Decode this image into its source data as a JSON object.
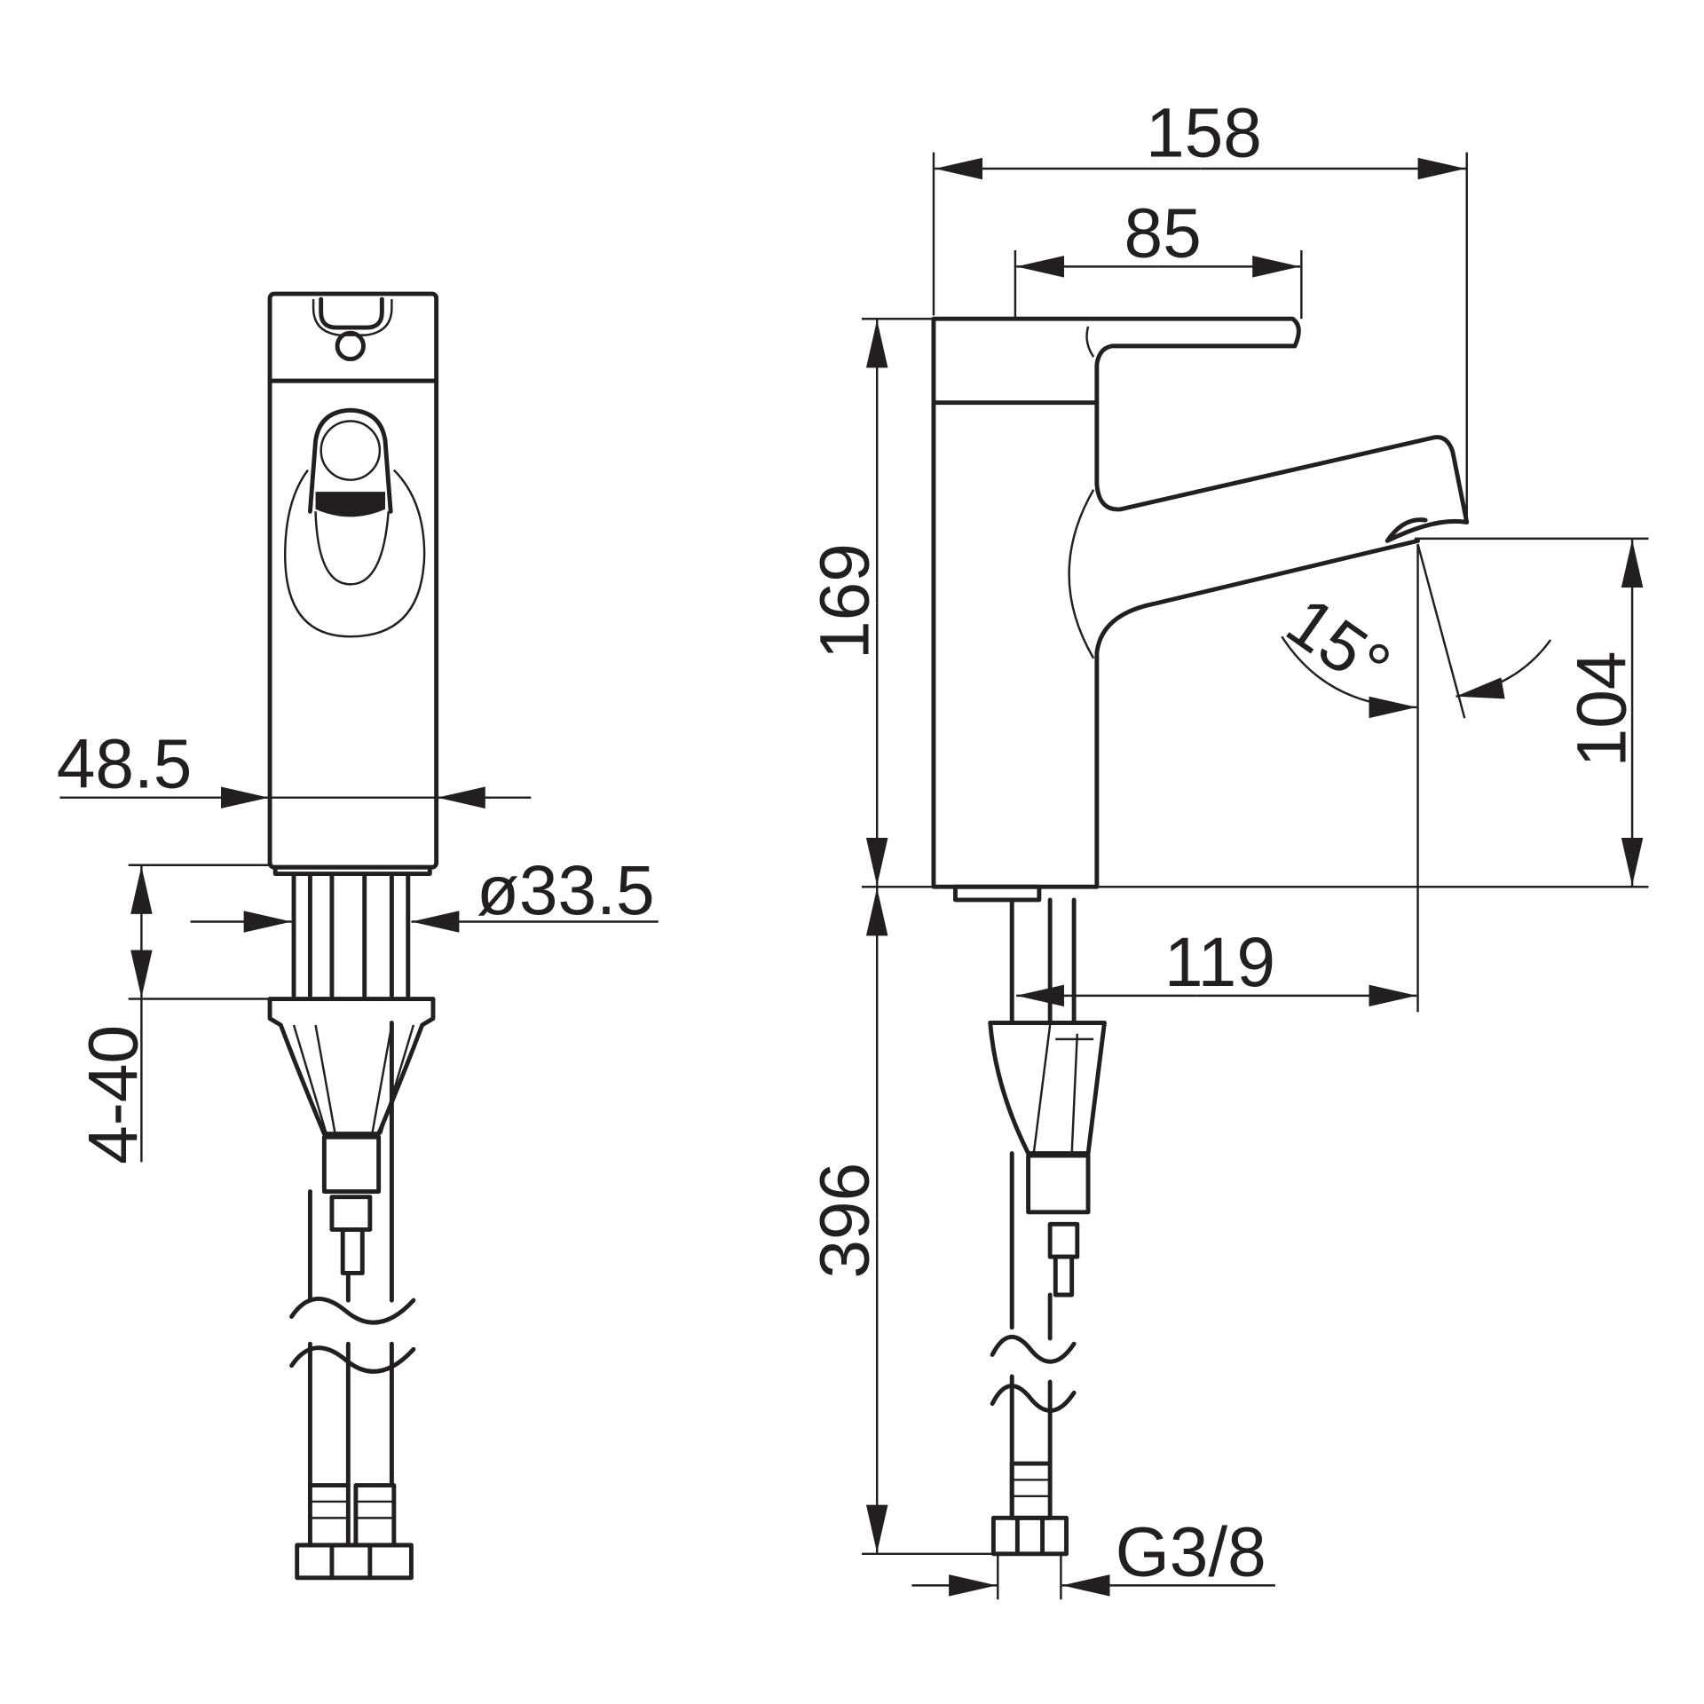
{
  "drawing": {
    "title": "Basin mixer dimension drawing",
    "line_color": "#231f20",
    "side_view": {
      "overall_length": "158",
      "lever_length": "85",
      "height": "169",
      "spout_height": "104",
      "spout_angle": "15°",
      "spout_reach": "119",
      "hose_length": "396",
      "connection_thread": "G3/8"
    },
    "front_view": {
      "body_width": "48.5",
      "hole_diameter": "ø33.5",
      "counter_thickness": "4-40"
    }
  }
}
